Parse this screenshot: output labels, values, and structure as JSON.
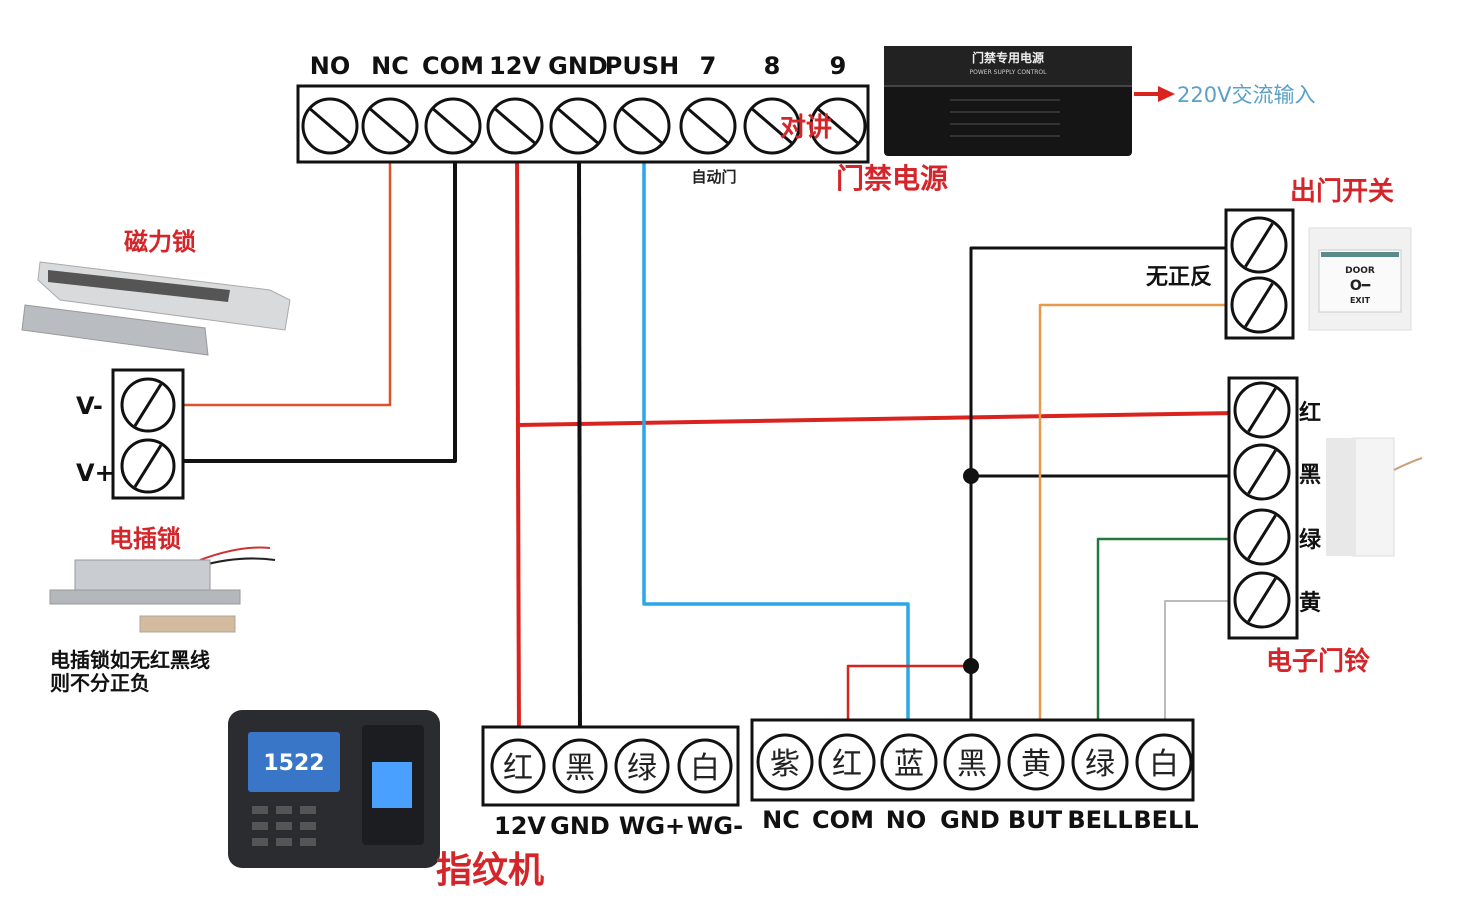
{
  "colors": {
    "red_wire": "#d8231f",
    "black_wire": "#111111",
    "blue_wire": "#2aa7e6",
    "orange_wire": "#e89a4c",
    "nc_wire": "#d9542b",
    "green_wire": "#217a3a",
    "gray_wire": "#bbbbbb",
    "label_red": "#d4262a"
  },
  "power_supply": {
    "terminals": [
      "NO",
      "NC",
      "COM",
      "12V",
      "GND",
      "PUSH",
      "7",
      "8",
      "9"
    ],
    "intercom_label": "对讲",
    "auto_door_label": "自动门",
    "title": "门禁电源",
    "device_label": "门禁专用电源",
    "device_sublabel": "POWER SUPPLY CONTROL",
    "ac_input": "220V交流输入"
  },
  "mag_lock": {
    "title": "磁力锁",
    "terminals": [
      "V-",
      "V+"
    ]
  },
  "bolt_lock": {
    "title": "电插锁",
    "note_line1": "电插锁如无红黑线",
    "note_line2": "则不分正负"
  },
  "exit_switch": {
    "title": "出门开关",
    "polarity_note": "无正反",
    "button_top": "DOOR",
    "button_bottom": "EXIT"
  },
  "doorbell": {
    "title": "电子门铃",
    "wires": [
      "红",
      "黑",
      "绿",
      "黄"
    ]
  },
  "fingerprint": {
    "title": "指纹机",
    "screen_time": "1522",
    "wire_colors": [
      "红",
      "黑",
      "绿",
      "白"
    ],
    "wire_labels": [
      "12V",
      "GND",
      "WG+",
      "WG-"
    ]
  },
  "controller": {
    "wire_colors": [
      "紫",
      "红",
      "蓝",
      "黑",
      "黄",
      "绿",
      "白"
    ],
    "wire_labels": [
      "NC",
      "COM",
      "NO",
      "GND",
      "BUT",
      "BELL",
      "BELL"
    ]
  }
}
